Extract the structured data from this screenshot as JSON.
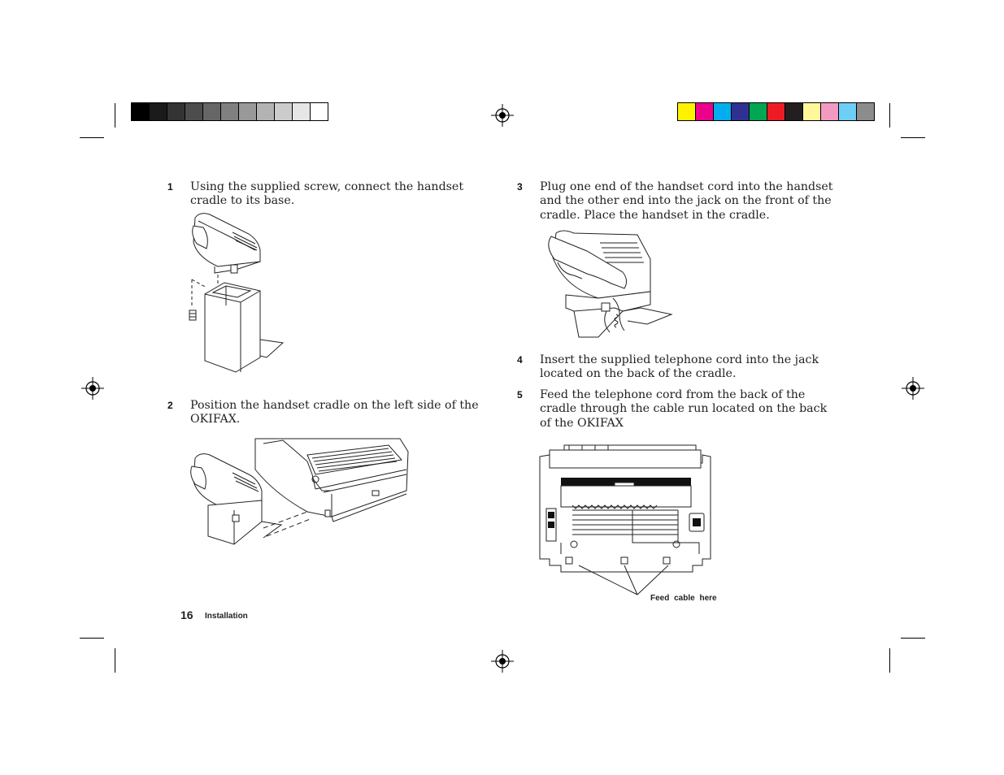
{
  "steps": [
    {
      "num": "1",
      "text": "Using the supplied screw, connect the handset cradle to its base."
    },
    {
      "num": "2",
      "text": "Position the handset cradle on the left side of the OKIFAX."
    },
    {
      "num": "3",
      "text": "Plug one end of the handset cord into the handset and the other end  into the jack on the front of the cradle. Place the handset in the cradle."
    },
    {
      "num": "4",
      "text": "Insert the supplied telephone cord into the jack located on the back of the cradle."
    },
    {
      "num": "5",
      "text": "Feed the telephone cord from the back of the cradle through the cable run located on the back of the OKIFAX"
    }
  ],
  "callout": "Feed cable here",
  "footer": {
    "page_number": "16",
    "section": "Installation"
  },
  "colors": {
    "gray_strip": [
      "#000000",
      "#1a1a1a",
      "#333333",
      "#4d4d4d",
      "#666666",
      "#808080",
      "#999999",
      "#b3b3b3",
      "#cccccc",
      "#e6e6e6",
      "#ffffff"
    ],
    "color_strip": [
      "#fff200",
      "#ec008c",
      "#00aeef",
      "#2e3192",
      "#00a651",
      "#ed1c24",
      "#231f20",
      "#fff799",
      "#f49ac1",
      "#6dcff6",
      "#8c8c8c"
    ]
  }
}
